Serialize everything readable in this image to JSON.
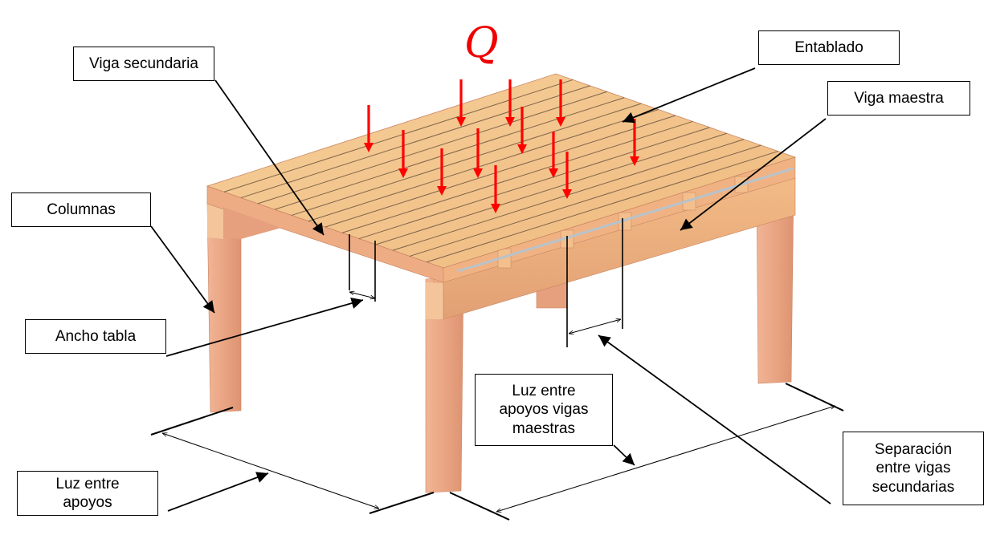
{
  "load_symbol": "Q",
  "colors": {
    "load_arrow": "#ff0000",
    "wood_top": "#f2c38b",
    "wood_side": "#e8a77f",
    "leader_line": "#000000"
  },
  "labels": {
    "entablado": "Entablado",
    "viga_secundaria": "Viga secundaria",
    "viga_maestra": "Viga maestra",
    "columnas": "Columnas",
    "ancho_tabla": "Ancho tabla",
    "luz_entre_apoyos": "Luz entre\napoyos",
    "luz_vigas_maestras": "Luz entre\napoyos vigas\nmaestras",
    "separacion": "Separación\nentre vigas\nsecundarias"
  }
}
